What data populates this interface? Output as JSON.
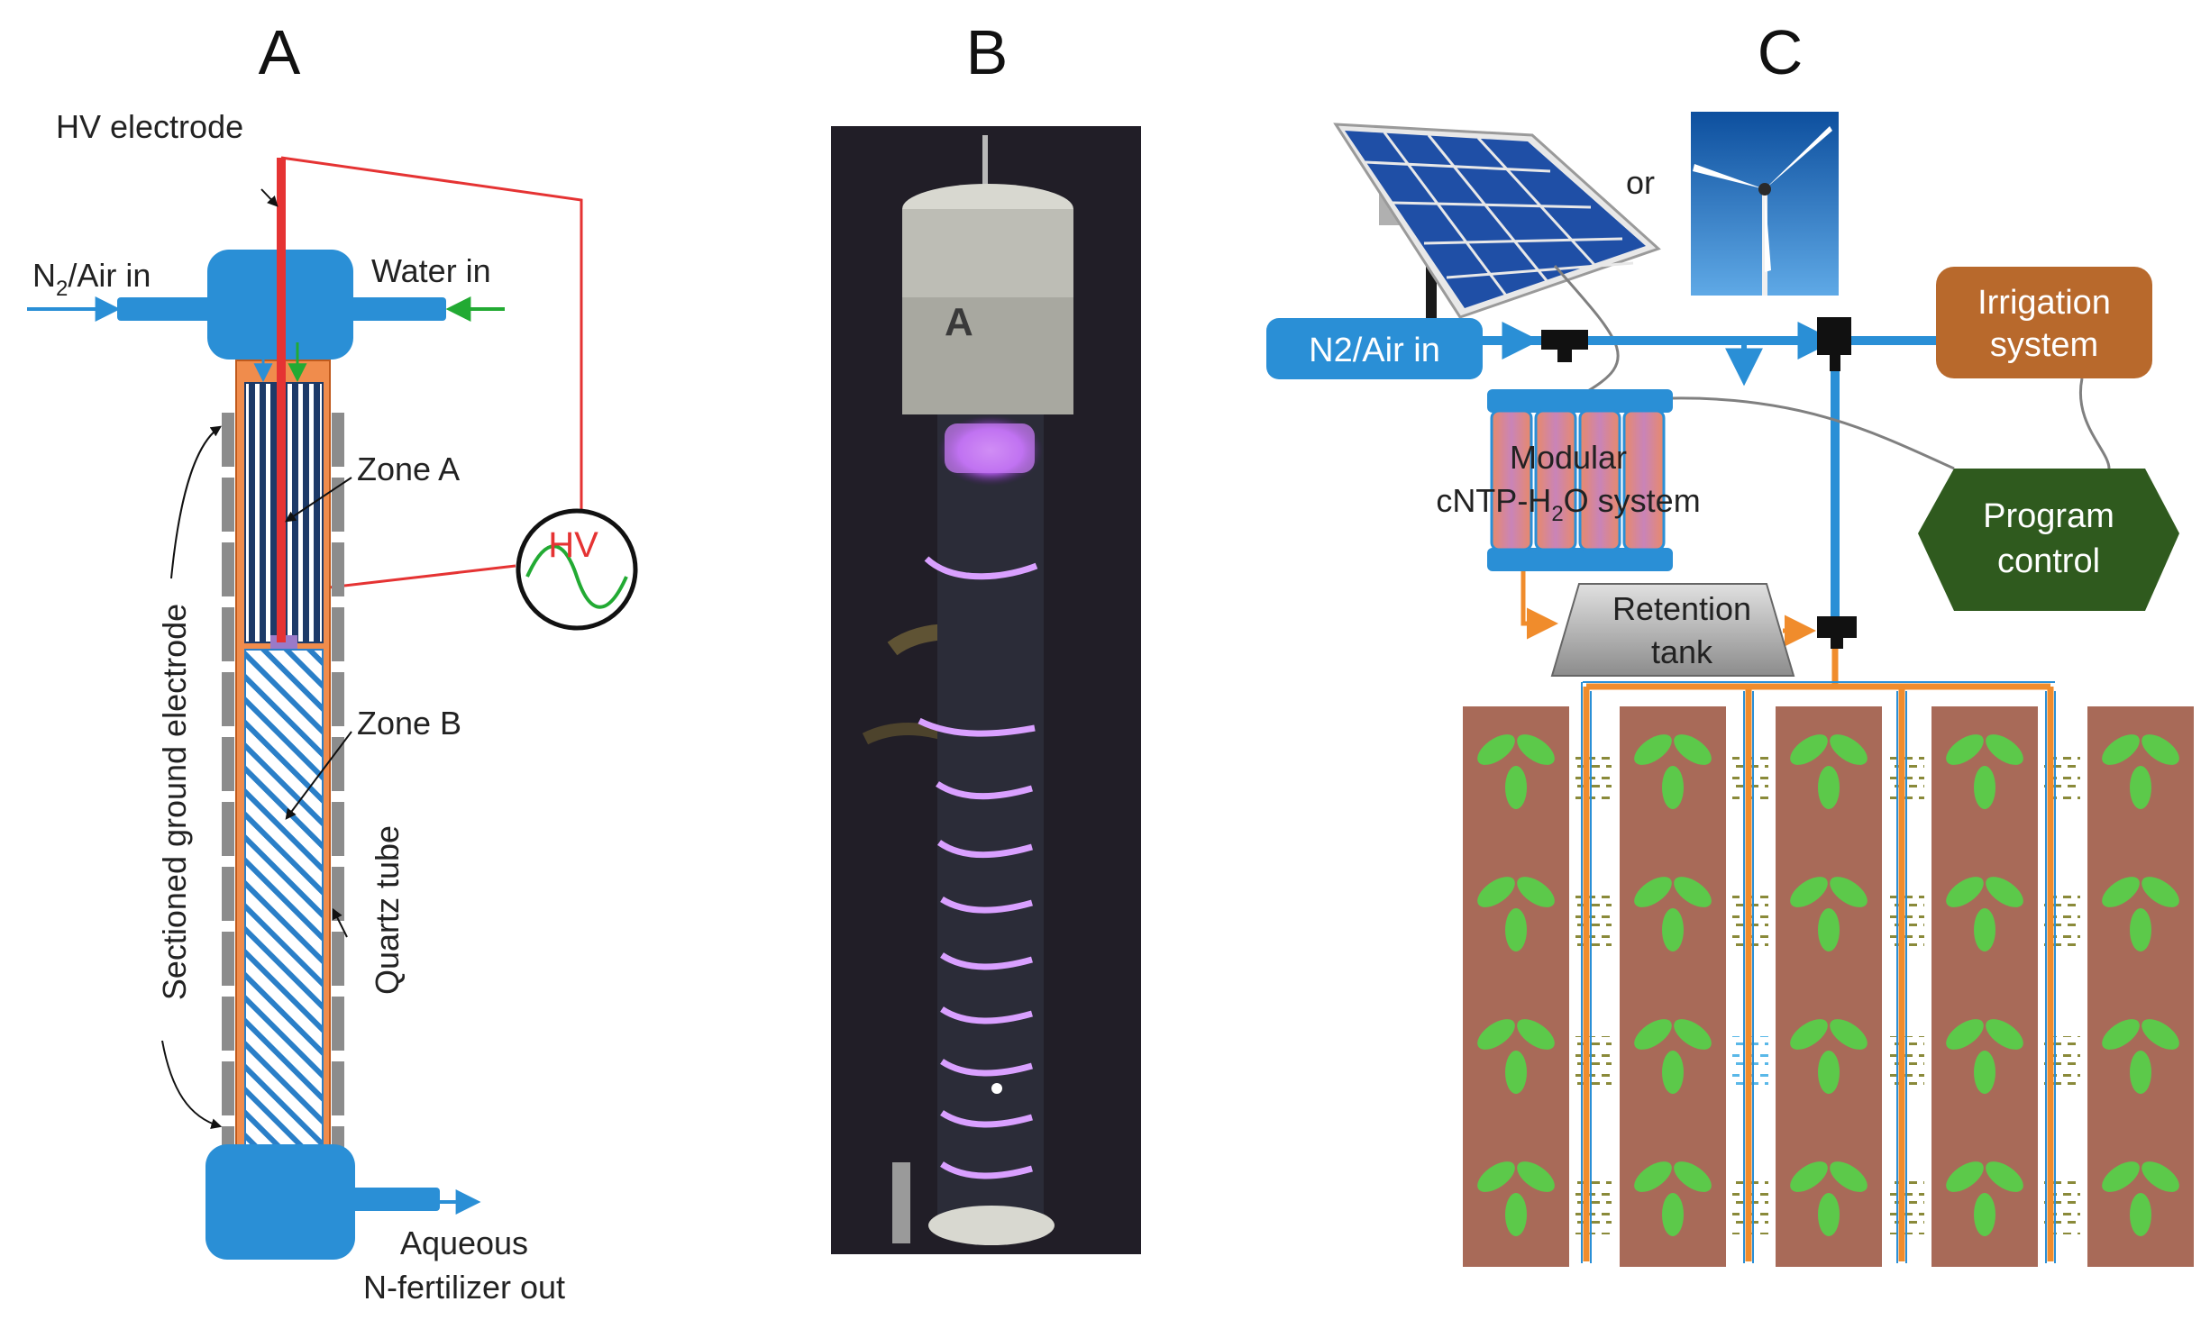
{
  "panels": {
    "a": "A",
    "b": "B",
    "c": "C"
  },
  "panel_a": {
    "hv_electrode": "HV electrode",
    "gas_in_prefix": "N",
    "gas_in_sub": "2",
    "gas_in_suffix": "/Air in",
    "water_in": "Water in",
    "zone_a": "Zone A",
    "zone_b": "Zone B",
    "hv_source": "HV",
    "ground_electrode": "Sectioned ground electrode",
    "quartz_tube": "Quartz tube",
    "output_line1": "Aqueous",
    "output_line2": "N-fertilizer out"
  },
  "panel_b": {
    "cap_letter": "A"
  },
  "panel_c": {
    "or_label": "or",
    "gas_in_box": "N2/Air in",
    "irrigation_line1": "Irrigation",
    "irrigation_line2": "system",
    "modular_line1": "Modular",
    "system_prefix": "cNTP-H",
    "system_sub": "2",
    "system_suffix": "O system",
    "program_line1": "Program",
    "program_line2": "control",
    "retention_line1": "Retention",
    "retention_line2": "tank"
  },
  "colors": {
    "blue": "#2a8fd6",
    "wire_red": "#e53333",
    "water_green": "#22aa33",
    "tube_orange": "#f08c4c",
    "soil_brown": "#a86a58",
    "leaf_green": "#5cc94a",
    "irrigation_brown": "#b8692c",
    "program_green": "#2f5a1e"
  }
}
